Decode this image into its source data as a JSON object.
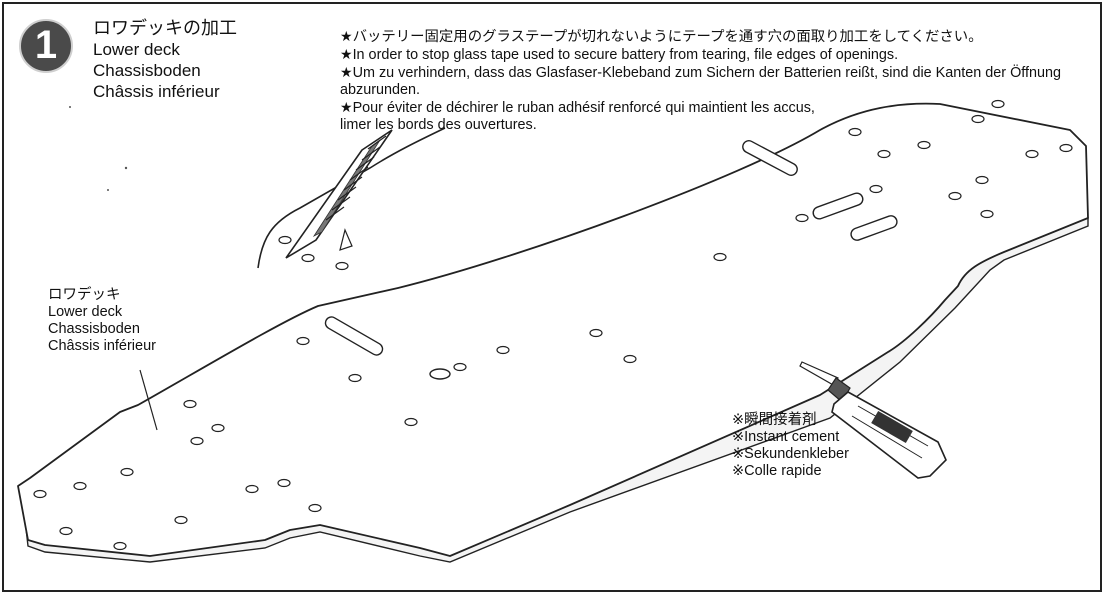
{
  "step": {
    "number": "1",
    "title_jp": "ロワデッキの加工",
    "title_en": "Lower deck",
    "title_de": "Chassisboden",
    "title_fr": "Châssis inférieur"
  },
  "instructions": {
    "star": "★",
    "jp": "バッテリー固定用のグラステープが切れないようにテープを通す穴の面取り加工をしてください。",
    "en": "In order to stop glass tape used to secure battery from tearing, file edges of openings.",
    "de": "Um zu verhindern, dass das Glasfaser-Klebeband zum Sichern der Batterien reißt, sind die Kanten der Öffnung abzurunden.",
    "fr": "Pour éviter de déchirer le ruban adhésif renforcé qui maintient les accus, limer les bords des ouvertures."
  },
  "part_label": {
    "jp": "ロワデッキ",
    "en": "Lower deck",
    "de": "Chassisboden",
    "fr": "Châssis inférieur"
  },
  "cement_label": {
    "jp": "※瞬間接着剤",
    "en": "※Instant cement",
    "de": "※Sekundenkleber",
    "fr": "※Colle rapide"
  }
}
